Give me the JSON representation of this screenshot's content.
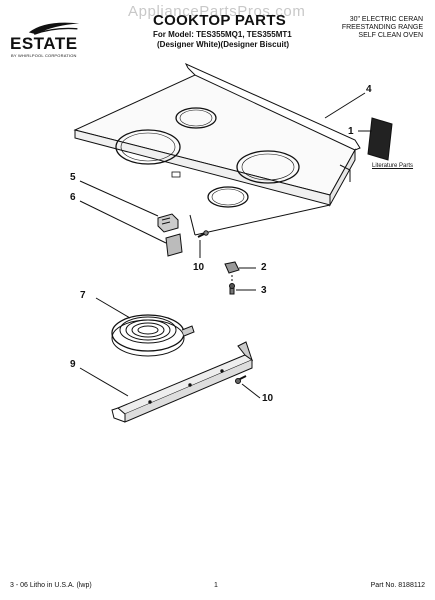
{
  "header": {
    "brand": "ESTATE",
    "brand_sub": "BY WHIRLPOOL CORPORATION",
    "watermark": "AppliancePartsPros.com",
    "title": "COOKTOP PARTS",
    "model_line1": "For Model: TES355MQ1, TES355MT1",
    "model_line2": "(Designer White)(Designer Biscuit)",
    "product_line1": "30\" ELECTRIC CERAN",
    "product_line2": "FREESTANDING RANGE",
    "product_line3": "SELF CLEAN OVEN"
  },
  "callouts": {
    "c1": "1",
    "c2": "2",
    "c3": "3",
    "c4": "4",
    "c5": "5",
    "c6": "6",
    "c7": "7",
    "c9": "9",
    "c10a": "10",
    "c10b": "10"
  },
  "literature_parts": "Literature Parts",
  "footer": {
    "left": "3 - 06 Litho in U.S.A. (lwp)",
    "center": "1",
    "right": "Part No. 8188112"
  }
}
